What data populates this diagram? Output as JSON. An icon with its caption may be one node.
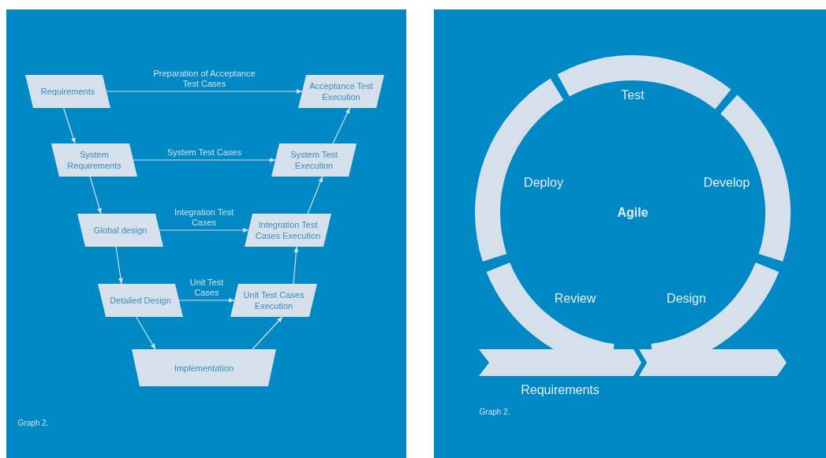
{
  "diagram": {
    "nodes": [
      {
        "text": [
          "Requirements"
        ]
      },
      {
        "text": [
          "System Requirements"
        ]
      },
      {
        "text": [
          "Global design"
        ]
      },
      {
        "text": [
          "Detailed Design"
        ]
      },
      {
        "text": [
          "Implementation"
        ]
      },
      {
        "text": [
          "Unit Test Cases Execution"
        ]
      },
      {
        "text": [
          "Integration Test Cases Execution"
        ]
      },
      {
        "text": [
          "System Test Execution"
        ]
      },
      {
        "text": [
          "Acceptance Test Execution"
        ]
      }
    ],
    "edges": [
      {
        "from": 0,
        "to": 8,
        "arrow": "to",
        "label": "Preparation of Acceptance Test Cases"
      },
      {
        "from": 0,
        "to": 1,
        "arrow": "to"
      },
      {
        "from": 1,
        "to": 7,
        "arrow": "to",
        "label": "System Test Cases"
      },
      {
        "from": 1,
        "to": 2,
        "arrow": "to"
      },
      {
        "from": 2,
        "to": 6,
        "arrow": "to",
        "label": "Integration Test Cases"
      },
      {
        "from": 2,
        "to": 3,
        "arrow": "to"
      },
      {
        "from": 3,
        "to": 5,
        "arrow": "to",
        "label": "Unit Test Cases"
      },
      {
        "from": 3,
        "to": 4,
        "arrow": "to"
      },
      {
        "from": 4,
        "to": 5,
        "arrow": "to"
      },
      {
        "from": 5,
        "to": 6,
        "arrow": "to"
      },
      {
        "from": 6,
        "to": 7,
        "arrow": "to"
      },
      {
        "from": 7,
        "to": 8,
        "arrow": "to"
      }
    ],
    "labels": [
      "Graph 2.",
      "Test",
      "Deploy",
      "Develop",
      "Agile",
      "Review",
      "Design",
      "Requirements",
      "Graph 2."
    ]
  }
}
